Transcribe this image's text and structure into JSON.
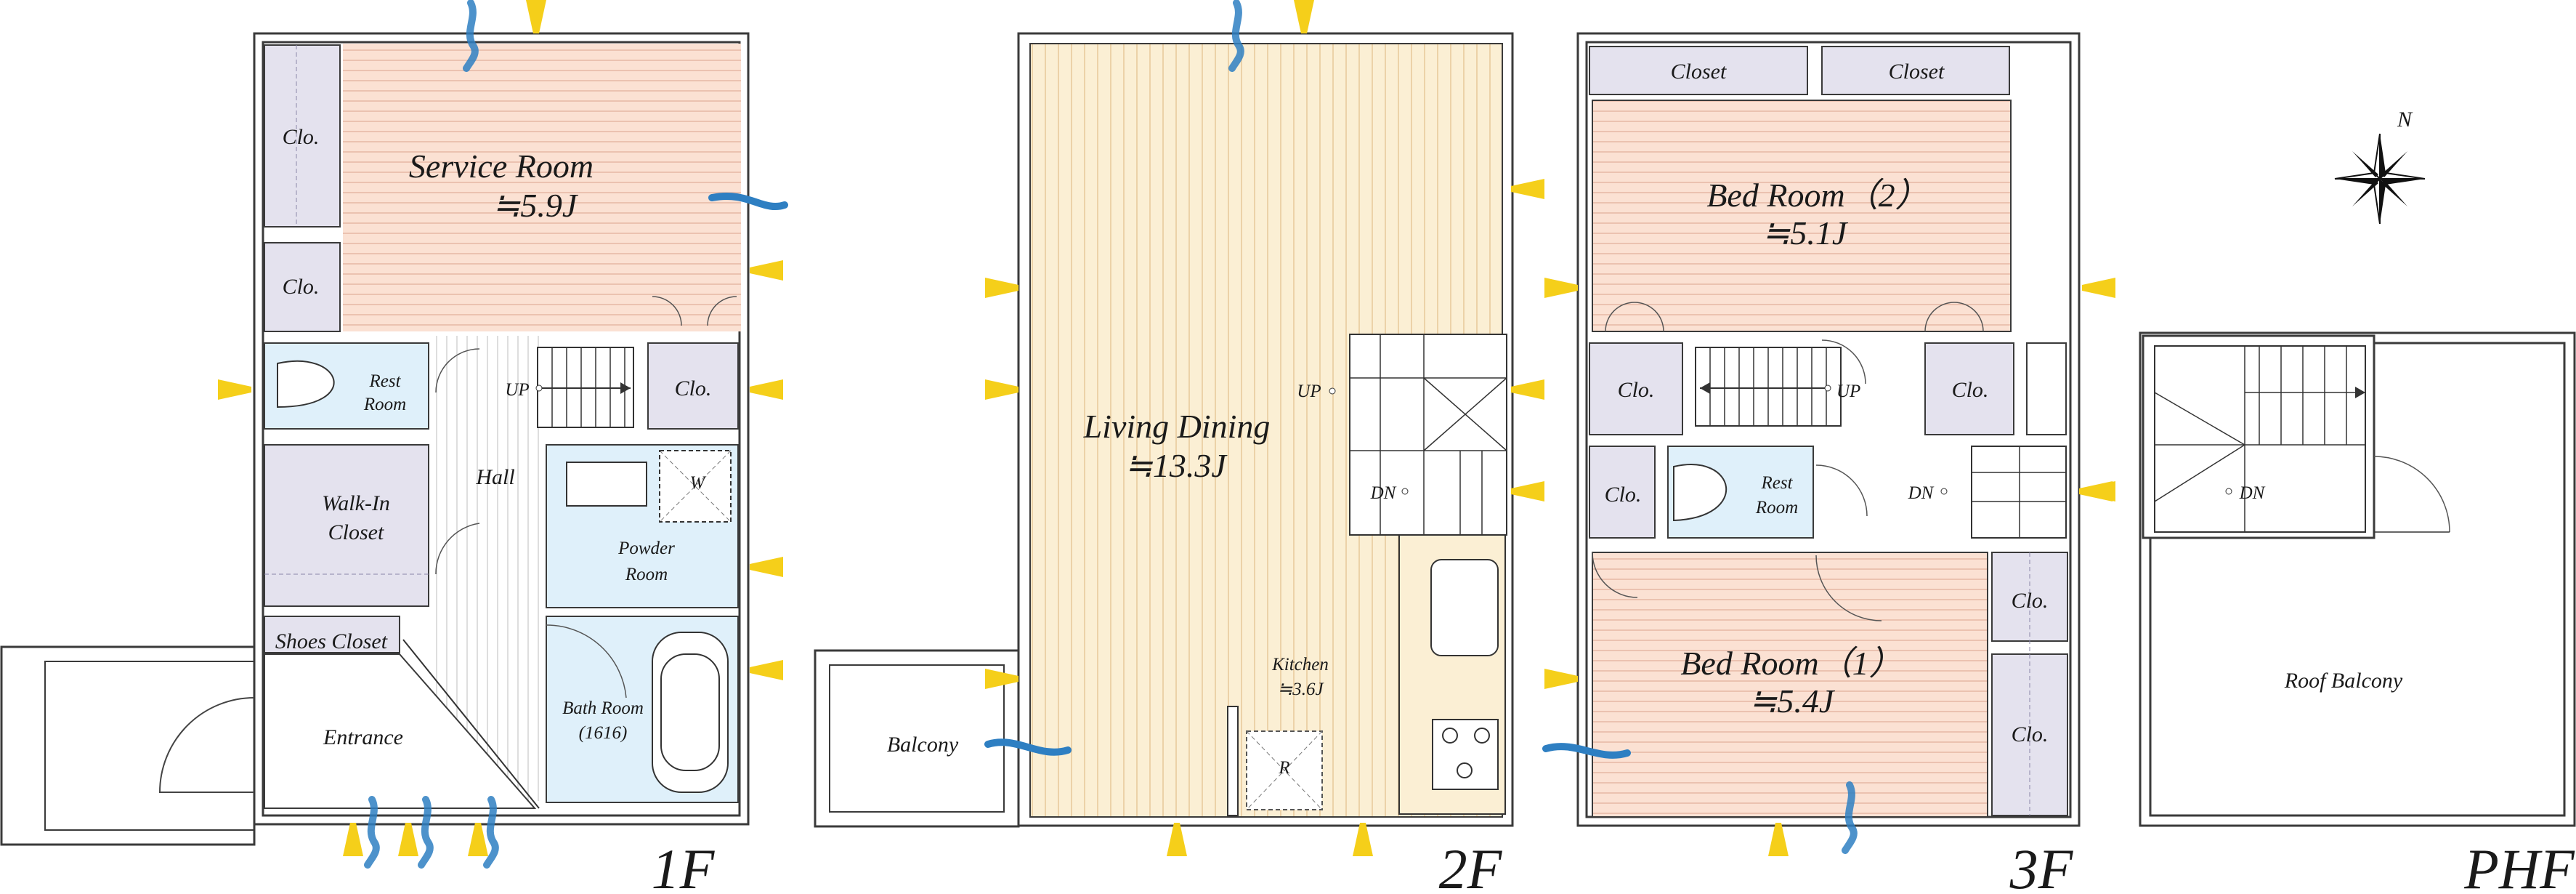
{
  "colors": {
    "wood_pink": "#fbe1d3",
    "wood_line": "#e6b8a4",
    "wood_cream": "#fbefd4",
    "wood_cream_line": "#e8c99a",
    "wet_blue": "#dff0fa",
    "closet_lavender": "#e4e2ee",
    "arrow_yellow": "#f5cf1a",
    "wind_blue": "#2e7fc2"
  },
  "floors": {
    "f1": {
      "label": "1F",
      "rooms": {
        "service_room": "Service Room",
        "service_room_size": "≒5.9J",
        "clo_top": "Clo.",
        "clo_mid": "Clo.",
        "rest_room": "Rest",
        "rest_room_2": "Room",
        "up": "UP",
        "clo_stair": "Clo.",
        "hall": "Hall",
        "walk_in": "Walk-In",
        "walk_in_2": "Closet",
        "powder": "Powder",
        "powder_2": "Room",
        "w": "W",
        "shoes": "Shoes Closet",
        "entrance": "Entrance",
        "bath": "Bath Room",
        "bath_2": "(1616)"
      }
    },
    "f2": {
      "label": "2F",
      "rooms": {
        "living": "Living Dining",
        "living_size": "≒13.3J",
        "up": "UP",
        "dn": "DN",
        "kitchen": "Kitchen",
        "kitchen_size": "≒3.6J",
        "r": "R",
        "balcony": "Balcony"
      }
    },
    "f3": {
      "label": "3F",
      "rooms": {
        "closet_a": "Closet",
        "closet_b": "Closet",
        "bed2": "Bed Room（2）",
        "bed2_size": "≒5.1J",
        "clo_a": "Clo.",
        "up": "UP",
        "clo_b": "Clo.",
        "clo_c": "Clo.",
        "rest": "Rest",
        "rest_2": "Room",
        "dn": "DN",
        "bed1": "Bed Room（1）",
        "bed1_size": "≒5.4J",
        "clo_d": "Clo.",
        "clo_e": "Clo."
      }
    },
    "phf": {
      "label": "PHF",
      "rooms": {
        "dn": "DN",
        "roof_balcony": "Roof Balcony"
      }
    }
  },
  "compass": {
    "north": "N",
    "icon": "compass-rose-icon"
  }
}
